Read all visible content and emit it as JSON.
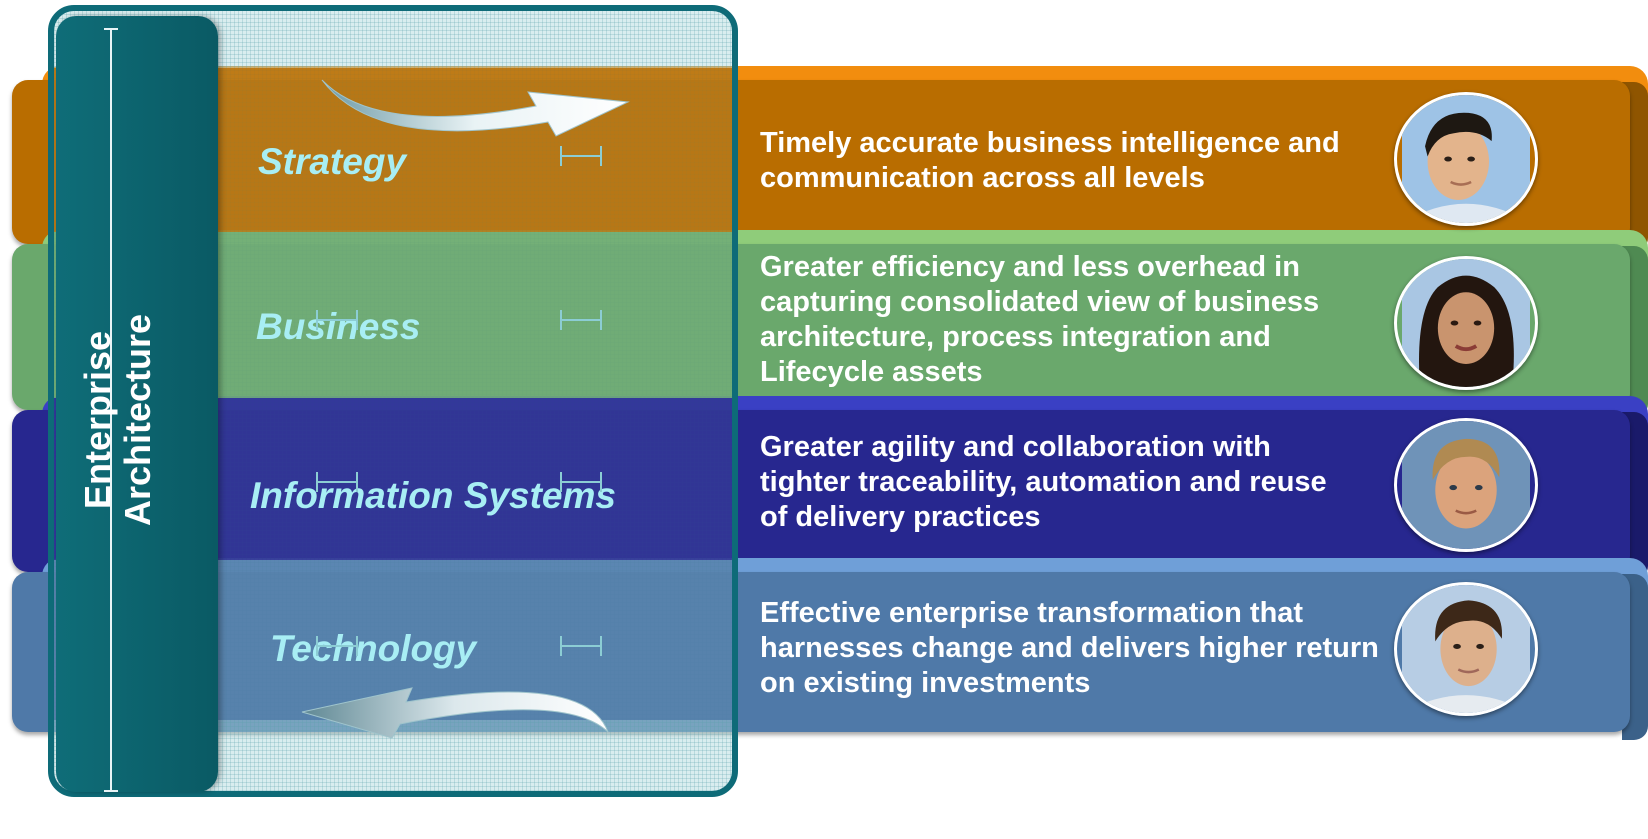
{
  "title": {
    "line1": "Enterprise",
    "line2": "Architecture"
  },
  "layers": [
    {
      "label": "Strategy",
      "description": "Timely accurate business intelligence and communication across all levels",
      "color": "#b96d00",
      "avatar_icon": "person-portrait-icon"
    },
    {
      "label": "Business",
      "description": "Greater efficiency and less overhead in capturing consolidated view of business architecture, process integration and Lifecycle assets",
      "color": "#6aa86c",
      "avatar_icon": "person-portrait-icon"
    },
    {
      "label": "Information Systems",
      "description": "Greater agility and collaboration with tighter traceability, automation and reuse of delivery practices",
      "color": "#27278f",
      "avatar_icon": "person-portrait-icon"
    },
    {
      "label": "Technology",
      "description": "Effective enterprise transformation that harnesses change and delivers higher return on existing investments",
      "color": "#4f79a8",
      "avatar_icon": "person-portrait-icon"
    }
  ],
  "colors": {
    "frame": "#0e6b78",
    "label_text": "#a8eef4"
  },
  "icons": {
    "top_arrow": "curved-arrow-right-icon",
    "bottom_arrow": "curved-arrow-left-icon"
  }
}
